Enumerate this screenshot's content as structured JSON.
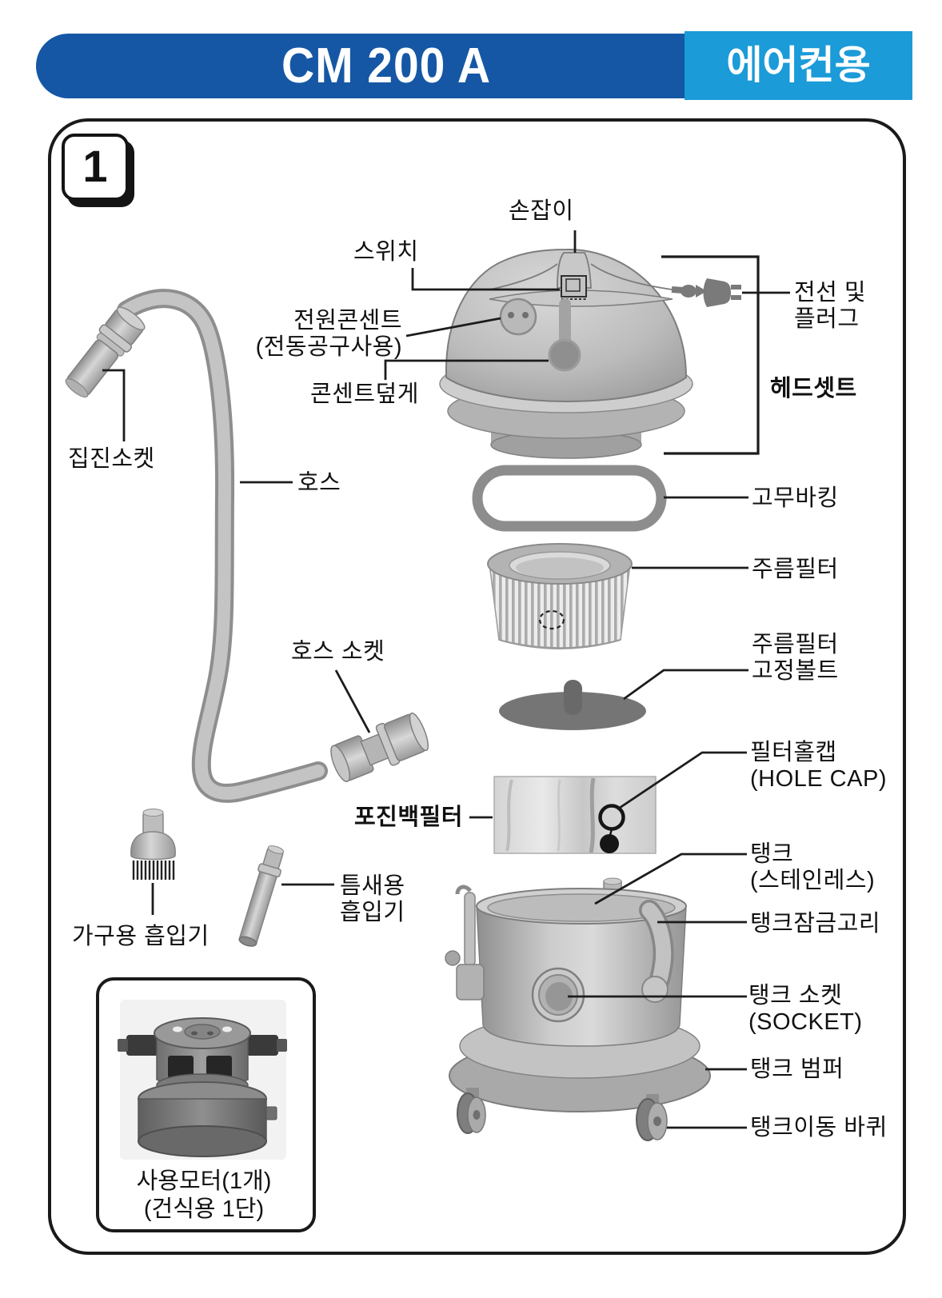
{
  "header": {
    "model": "CM 200 A",
    "tag": "에어컨용"
  },
  "figure": {
    "number": "1"
  },
  "labels": {
    "handle": "손잡이",
    "switch": "스위치",
    "power_outlet_line1": "전원콘센트",
    "power_outlet_line2": "(전동공구사용)",
    "outlet_cover": "콘센트덮게",
    "cord_line1": "전선 및",
    "cord_line2": "플러그",
    "headset": "헤드셋트",
    "dust_socket": "집진소켓",
    "hose": "호스",
    "rubber_packing": "고무바킹",
    "pleated_filter": "주름필터",
    "filter_bolt_line1": "주름필터",
    "filter_bolt_line2": "고정볼트",
    "hose_socket": "호스 소켓",
    "bag_filter": "포진백필터",
    "hole_cap_line1": "필터홀캡",
    "hole_cap_line2": "(HOLE CAP)",
    "tank_line1": "탱크",
    "tank_line2": "(스테인레스)",
    "tank_lock": "탱크잠금고리",
    "tank_socket_line1": "탱크 소켓",
    "tank_socket_line2": "(SOCKET)",
    "tank_bumper": "탱크 범퍼",
    "tank_wheels": "탱크이동 바퀴",
    "furniture_tool": "가구용 흡입기",
    "crevice_line1": "틈새용",
    "crevice_line2": "흡입기"
  },
  "motor_box": {
    "line1": "사용모터(1개)",
    "line2": "(건식용 1단)"
  },
  "colors": {
    "header_blue": "#1557a5",
    "tag_blue": "#1b9bd8"
  }
}
